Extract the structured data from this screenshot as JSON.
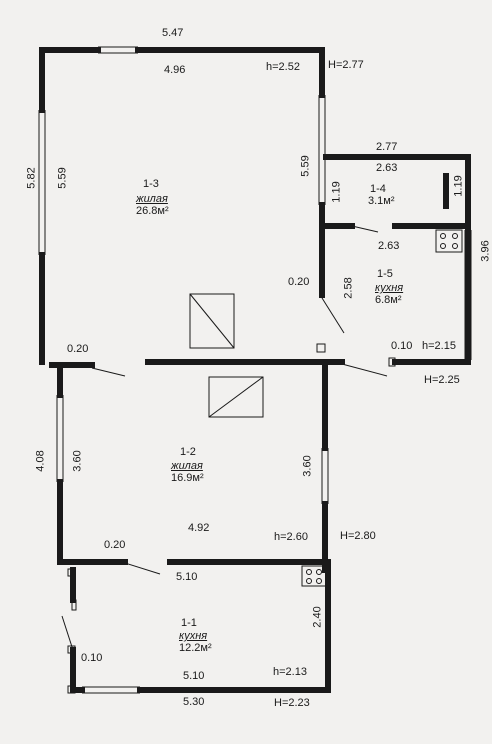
{
  "rooms": [
    {
      "num": "1-3",
      "type": "жилая",
      "area": "26.8м²"
    },
    {
      "num": "1-4",
      "type": "",
      "area": "3.1м²"
    },
    {
      "num": "1-5",
      "type": "кухня",
      "area": "6.8м²"
    },
    {
      "num": "1-2",
      "type": "жилая",
      "area": "16.9м²"
    },
    {
      "num": "1-1",
      "type": "кухня",
      "area": "12.2м²"
    }
  ],
  "dims": {
    "top_outer": "5.47",
    "top_inner": "4.96",
    "h_top": "h=2.52",
    "H_top": "H=2.77",
    "left_outer": "5.82",
    "left_inner": "5.59",
    "mid_right": "5.59",
    "ann_top": "2.77",
    "ann_top_inner": "2.63",
    "ann_h": "1.19",
    "ann_h2": "1.19",
    "ann_bottom": "2.63",
    "ann_right": "3.96",
    "wall_020_a": "0.20",
    "kitchen_side": "2.58",
    "ann_010": "0.10",
    "h_ann": "h=2.15",
    "H_ann": "H=2.25",
    "wall_020_b": "0.20",
    "left_mid": "4.08",
    "left_mid_inner": "3.60",
    "right_mid": "3.60",
    "mid_inner": "4.92",
    "h_mid": "h=2.60",
    "H_mid": "H=2.80",
    "wall_020_c": "0.20",
    "mid_bottom": "5.10",
    "k_side": "2.40",
    "k_010": "0.10",
    "k_inner": "5.10",
    "h_k": "h=2.13",
    "k_outer": "5.30",
    "H_k": "H=2.23"
  }
}
